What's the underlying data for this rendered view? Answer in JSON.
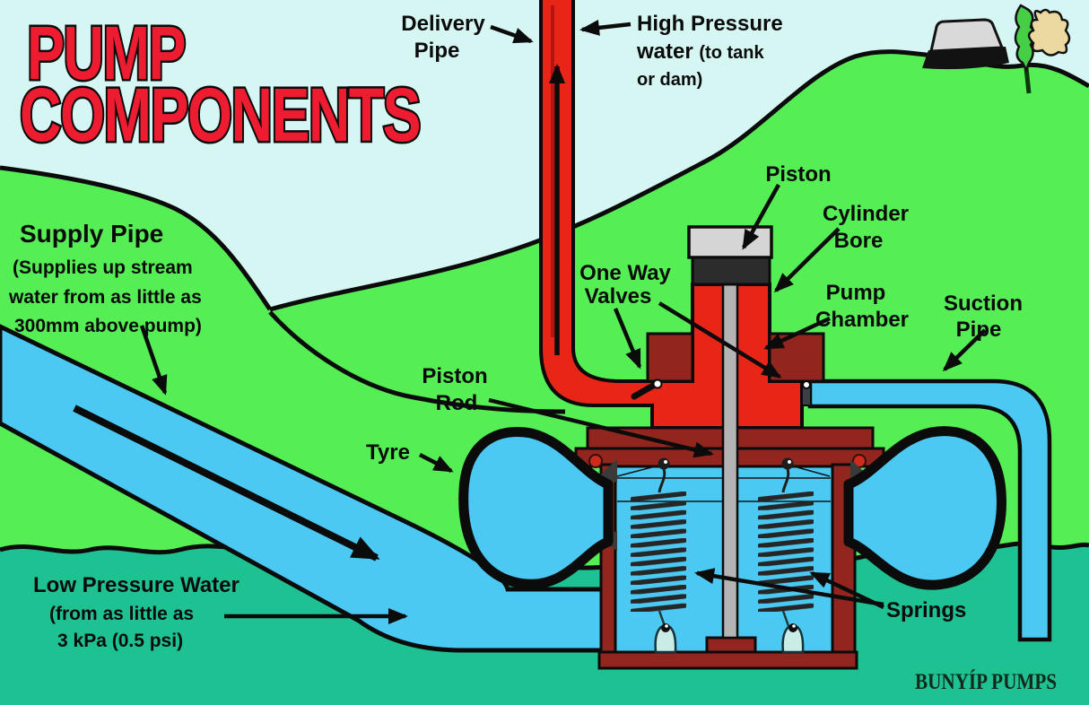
{
  "title": {
    "line1": "PUMP",
    "line2": "COMPONENTS"
  },
  "brand": {
    "logo": "BUNYÍP PUMPS"
  },
  "labels": {
    "delivery_pipe": [
      "Delivery",
      "Pipe"
    ],
    "high_pressure": [
      "High Pressure",
      "water ",
      "(to tank",
      "or dam)"
    ],
    "supply_pipe": [
      "Supply Pipe",
      "(Supplies up stream",
      "water from as little as",
      "300mm above pump)"
    ],
    "piston": "Piston",
    "cylinder_bore": [
      "Cylinder",
      "Bore"
    ],
    "pump_chamber": [
      "Pump",
      "Chamber"
    ],
    "suction_pipe": [
      "Suction",
      "Pipe"
    ],
    "one_way_valves": [
      "One Way",
      "Valves"
    ],
    "piston_rod": [
      "Piston",
      "Rod"
    ],
    "tyre": "Tyre",
    "springs": "Springs",
    "low_pressure_water": [
      "Low Pressure Water",
      "(from as little as",
      "3 kPa (0.5 psi)"
    ]
  },
  "colors": {
    "sky": "#d5f6f2",
    "grass_green": "#55ee55",
    "ground_teal": "#1dc192",
    "water_blue": "#4cc9f2",
    "pipe_red": "#e92517",
    "pipe_red_shade": "#b51510",
    "body_maroon": "#92261e",
    "piston_dark": "#2c2c2c",
    "cap_gray": "#d5d5d5",
    "rod_gray": "#b4b4b4",
    "spring_dark": "#262626",
    "title_red": "#ee1c31",
    "outline_black": "#0b0b0b",
    "rock_gray": "#d9d9d9",
    "tree_tan": "#ecd9a0",
    "tree_green": "#46cf46"
  }
}
